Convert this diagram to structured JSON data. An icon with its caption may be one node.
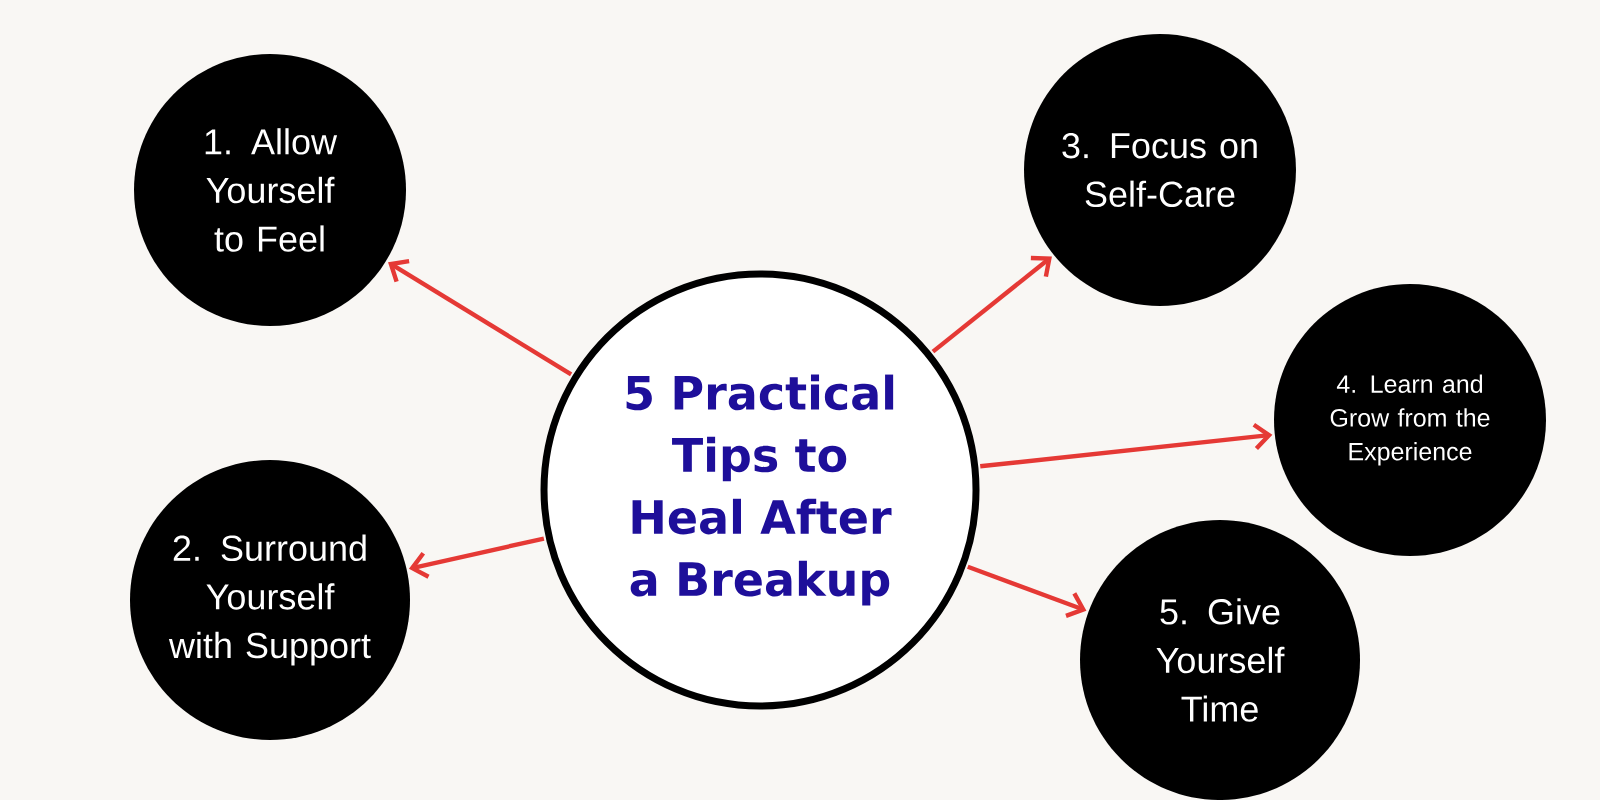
{
  "diagram": {
    "nodes": [
      {
        "text": [
          "5 Practical Tips to Heal After a Breakup"
        ]
      },
      {
        "text": [
          "1. Allow Yourself to Feel"
        ]
      },
      {
        "text": [
          "2. Surround Yourself with Support"
        ]
      },
      {
        "text": [
          "3. Focus on Self-Care"
        ]
      },
      {
        "text": [
          "4. Learn and Grow from the Experience"
        ]
      },
      {
        "text": [
          "5. Give Yourself Time"
        ]
      }
    ],
    "edges": [
      {
        "from": 0,
        "to": 1,
        "arrow": "to"
      },
      {
        "from": 0,
        "to": 2,
        "arrow": "to"
      },
      {
        "from": 0,
        "to": 3,
        "arrow": "to"
      },
      {
        "from": 0,
        "to": 4,
        "arrow": "to"
      },
      {
        "from": 0,
        "to": 5,
        "arrow": "to"
      }
    ]
  }
}
